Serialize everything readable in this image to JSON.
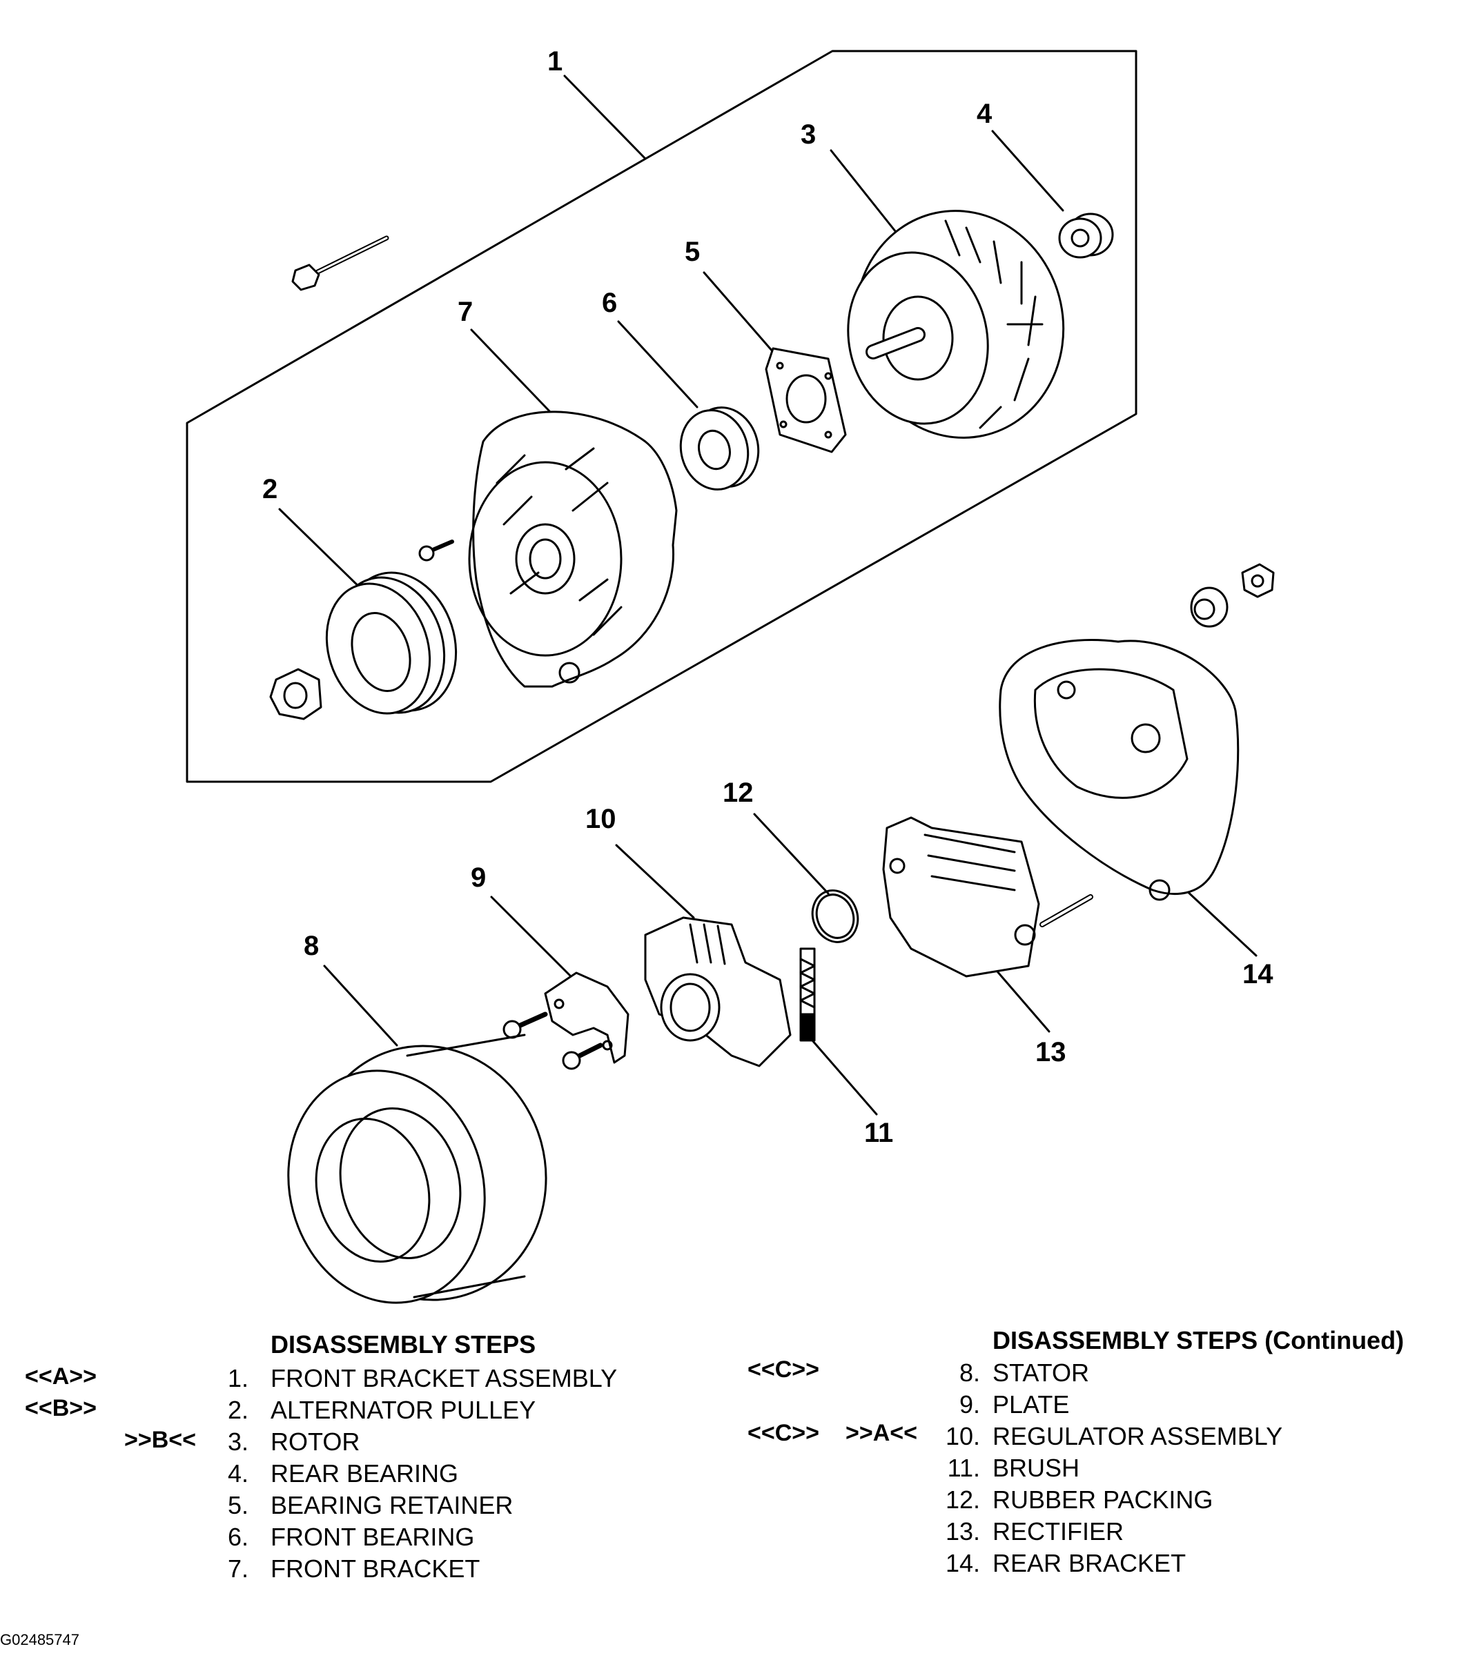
{
  "callouts": [
    "1",
    "2",
    "3",
    "4",
    "5",
    "6",
    "7",
    "8",
    "9",
    "10",
    "11",
    "12",
    "13",
    "14"
  ],
  "legend_left": {
    "heading": "DISASSEMBLY STEPS",
    "rows": [
      {
        "code_a": "<<A>>",
        "code_b": "",
        "num": "1.",
        "label": "FRONT BRACKET ASSEMBLY"
      },
      {
        "code_a": "<<B>>",
        "code_b": "",
        "num": "2.",
        "label": "ALTERNATOR PULLEY"
      },
      {
        "code_a": "",
        "code_b": ">>B<<",
        "num": "3.",
        "label": "ROTOR"
      },
      {
        "code_a": "",
        "code_b": "",
        "num": "4.",
        "label": "REAR BEARING"
      },
      {
        "code_a": "",
        "code_b": "",
        "num": "5.",
        "label": "BEARING RETAINER"
      },
      {
        "code_a": "",
        "code_b": "",
        "num": "6.",
        "label": "FRONT BEARING"
      },
      {
        "code_a": "",
        "code_b": "",
        "num": "7.",
        "label": "FRONT BRACKET"
      }
    ]
  },
  "legend_right": {
    "heading": "DISASSEMBLY STEPS (Continued)",
    "rows": [
      {
        "code_a": "<<C>>",
        "code_b": "",
        "num": "8.",
        "label": "STATOR"
      },
      {
        "code_a": "",
        "code_b": "",
        "num": "9.",
        "label": "PLATE"
      },
      {
        "code_a": "<<C>>",
        "code_b": ">>A<<",
        "num": "10.",
        "label": "REGULATOR ASSEMBLY"
      },
      {
        "code_a": "",
        "code_b": "",
        "num": "11.",
        "label": "BRUSH"
      },
      {
        "code_a": "",
        "code_b": "",
        "num": "12.",
        "label": "RUBBER PACKING"
      },
      {
        "code_a": "",
        "code_b": "",
        "num": "13.",
        "label": "RECTIFIER"
      },
      {
        "code_a": "",
        "code_b": "",
        "num": "14.",
        "label": "REAR BRACKET"
      }
    ]
  },
  "figure_id": "G02485747"
}
